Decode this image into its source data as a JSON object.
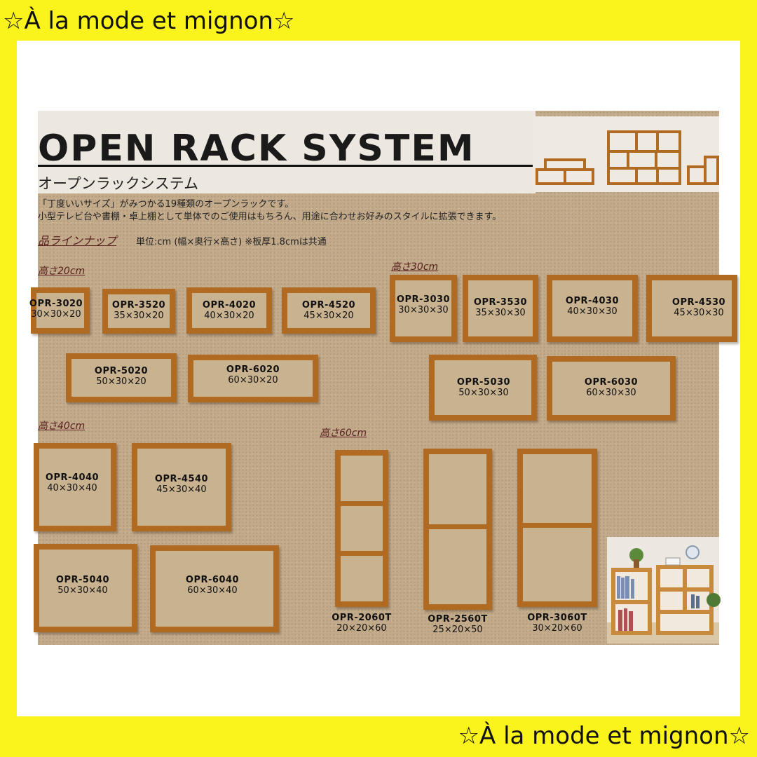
{
  "banner_text": "☆À la mode et mignon☆",
  "title": "OPEN RACK SYSTEM",
  "subtitle": "オープンラックシステム",
  "intro": {
    "line1": "「丁度いいサイズ」がみつかる19種類のオープンラックです。",
    "line2": "小型テレビ台や書棚・卓上棚として単体でのご使用はもちろん、用途に合わせお好みのスタイルに拡張できます。"
  },
  "lineup_heading": "品ラインナップ",
  "units_note": "単位:cm (幅×奥行×高さ) ※板厚1.8cmは共通",
  "sections": {
    "h20": "高さ20cm",
    "h30": "高さ30cm",
    "h40": "高さ40cm",
    "h60": "高さ60cm"
  },
  "products": [
    {
      "code": "OPR-3020",
      "size": "30×30×20"
    },
    {
      "code": "OPR-3520",
      "size": "35×30×20"
    },
    {
      "code": "OPR-4020",
      "size": "40×30×20"
    },
    {
      "code": "OPR-4520",
      "size": "45×30×20"
    },
    {
      "code": "OPR-5020",
      "size": "50×30×20"
    },
    {
      "code": "OPR-6020",
      "size": "60×30×20"
    },
    {
      "code": "OPR-3030",
      "size": "30×30×30"
    },
    {
      "code": "OPR-3530",
      "size": "35×30×30"
    },
    {
      "code": "OPR-4030",
      "size": "40×30×30"
    },
    {
      "code": "OPR-4530",
      "size": "45×30×30"
    },
    {
      "code": "OPR-5030",
      "size": "50×30×30"
    },
    {
      "code": "OPR-6030",
      "size": "60×30×30"
    },
    {
      "code": "OPR-4040",
      "size": "40×30×40"
    },
    {
      "code": "OPR-4540",
      "size": "45×30×40"
    },
    {
      "code": "OPR-5040",
      "size": "50×30×40"
    },
    {
      "code": "OPR-6040",
      "size": "60×30×40"
    },
    {
      "code": "OPR-2060T",
      "size": "20×20×60"
    },
    {
      "code": "OPR-2560T",
      "size": "25×20×50"
    },
    {
      "code": "OPR-3060T",
      "size": "30×20×60"
    }
  ],
  "colors": {
    "frame": "#fbf31c",
    "wood": "#b06a22",
    "board": "#c2aa8a",
    "heading": "#5a2020"
  }
}
